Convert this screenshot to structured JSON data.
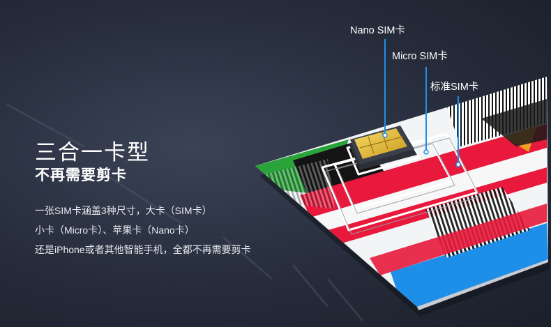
{
  "headline": "三合一卡型",
  "subheadline": "不再需要剪卡",
  "description": [
    "一张SIM卡涵盖3种尺寸，大卡（SIM卡）",
    "小卡（Micro卡）、苹果卡（Nano卡）",
    "还是iPhone或者其他智能手机，全都不再需要剪卡"
  ],
  "callouts": {
    "nano": "Nano SIM卡",
    "micro": "Micro SIM卡",
    "standard": "标准SIM卡"
  },
  "colors": {
    "background": "#262c3b",
    "leader_line": "#1e8fe8",
    "chip_gold": "#e8c23a",
    "card_red": "#e8193c",
    "card_blue": "#1e8fe8",
    "card_green": "#2aa33b",
    "card_orange": "#f0a020"
  }
}
